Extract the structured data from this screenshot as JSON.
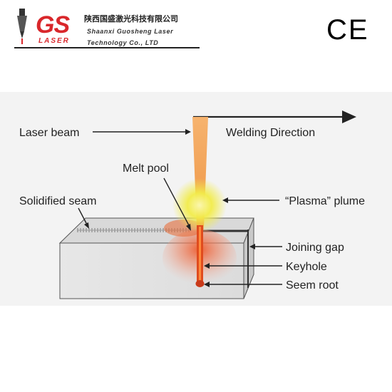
{
  "header": {
    "logo": {
      "brand": "GS",
      "sub": "LASER",
      "company_cn": "陕西国盛激光科技有限公司",
      "company_en_line1": "Shaanxi Guosheng Laser",
      "company_en_line2": "Technology Co., LTD"
    },
    "ce_mark": "CE"
  },
  "diagram": {
    "labels": {
      "laser_beam": "Laser beam",
      "welding_direction": "Welding Direction",
      "melt_pool": "Melt pool",
      "solidified_seam": "Solidified seam",
      "plasma_plume": "“Plasma” plume",
      "joining_gap": "Joining gap",
      "keyhole": "Keyhole",
      "seem_root": "Seem root"
    },
    "colors": {
      "beam": "#f2a55a",
      "plasma": "#f4ef56",
      "melt": "#e8502a",
      "block": "#e6e6e6"
    }
  }
}
